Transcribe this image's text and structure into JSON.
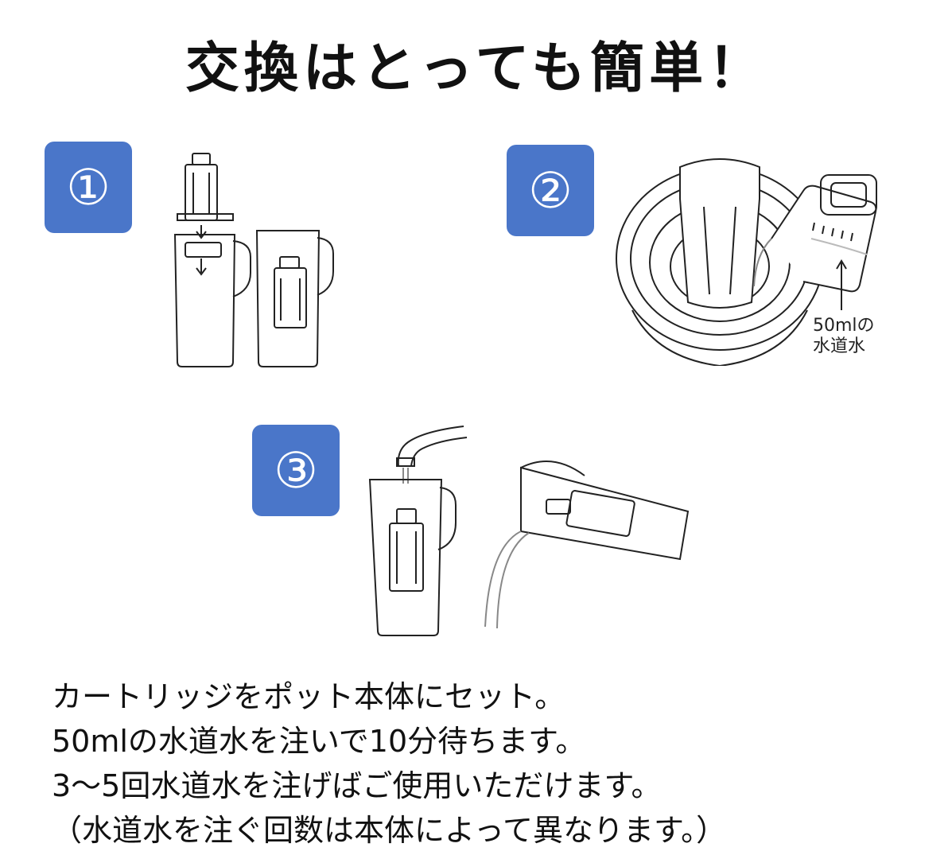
{
  "title": "交換はとっても簡単！",
  "steps": [
    {
      "badge": "①"
    },
    {
      "badge": "②",
      "caption_line1": "50mlの",
      "caption_line2": "水道水"
    },
    {
      "badge": "③"
    }
  ],
  "instructions": [
    "カートリッジをポット本体にセット。",
    "50mlの水道水を注いで10分待ちます。",
    "3～5回水道水を注げばご使用いただけます。",
    "（水道水を注ぐ回数は本体によって異なります。）"
  ],
  "colors": {
    "badge": "#4a76c9",
    "text": "#111111",
    "line_art": "#222222"
  }
}
